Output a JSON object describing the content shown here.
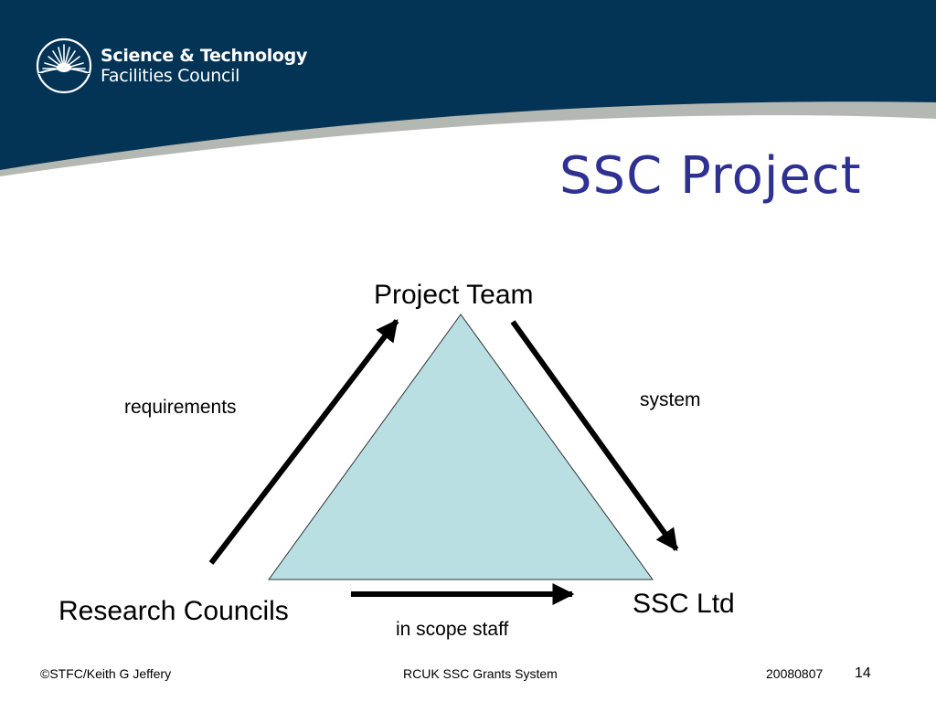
{
  "header": {
    "org_name_line1": "Science & Technology",
    "org_name_line2": "Facilities Council",
    "logo_icon": "sunburst-logo-icon",
    "band_color": "#033456",
    "stripe_color": "#b4b8b2"
  },
  "slide": {
    "title": "SSC Project",
    "title_color": "#2e3192"
  },
  "diagram": {
    "triangle_fill": "#b9dfe3",
    "nodes": {
      "top": "Project Team",
      "bottom_left": "Research Councils",
      "bottom_right": "SSC Ltd"
    },
    "edges": [
      {
        "from": "Research Councils",
        "to": "Project Team",
        "label": "requirements"
      },
      {
        "from": "Project Team",
        "to": "SSC Ltd",
        "label": "system"
      },
      {
        "from": "Research Councils",
        "to": "SSC Ltd",
        "label": "in scope staff"
      }
    ]
  },
  "footer": {
    "copyright": "©STFC/Keith G Jeffery",
    "presentation": "RCUK SSC Grants System",
    "date": "20080807",
    "page_number": "14"
  }
}
